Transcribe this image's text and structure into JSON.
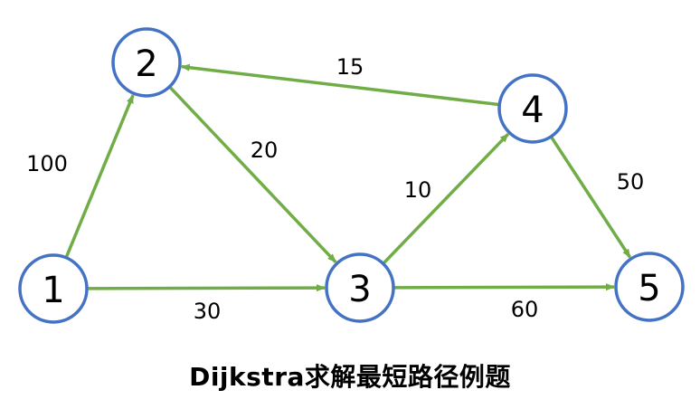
{
  "caption": "Dijkstra求解最短路径例题",
  "colors": {
    "node_stroke": "#4472C4",
    "edge": "#70AD47",
    "text": "#000000"
  },
  "nodes": [
    {
      "id": "1",
      "label": "1"
    },
    {
      "id": "2",
      "label": "2"
    },
    {
      "id": "3",
      "label": "3"
    },
    {
      "id": "4",
      "label": "4"
    },
    {
      "id": "5",
      "label": "5"
    }
  ],
  "edges": [
    {
      "from": "1",
      "to": "2",
      "weight": "100"
    },
    {
      "from": "1",
      "to": "3",
      "weight": "30"
    },
    {
      "from": "2",
      "to": "3",
      "weight": "20"
    },
    {
      "from": "3",
      "to": "4",
      "weight": "10"
    },
    {
      "from": "3",
      "to": "5",
      "weight": "60"
    },
    {
      "from": "4",
      "to": "2",
      "weight": "15"
    },
    {
      "from": "4",
      "to": "5",
      "weight": "50"
    }
  ]
}
